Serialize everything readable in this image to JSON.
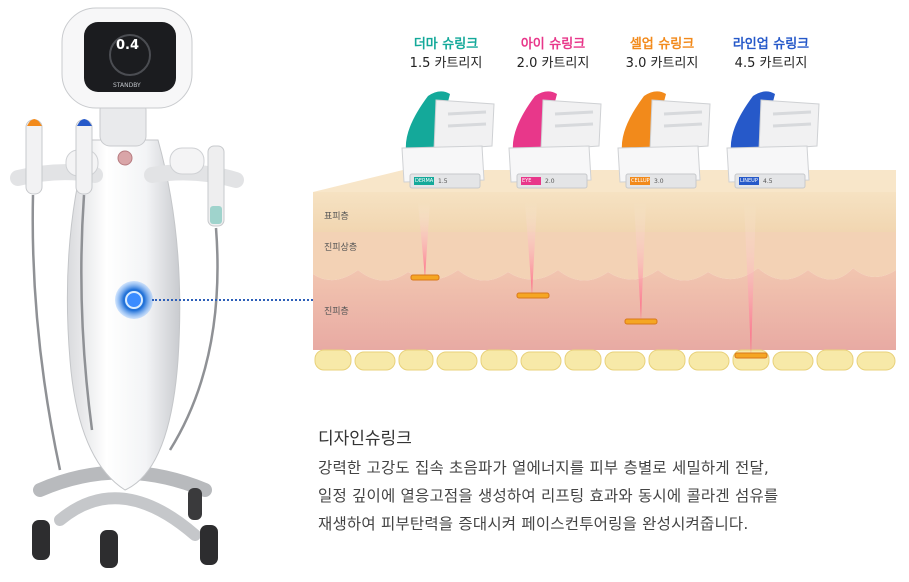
{
  "device": {
    "screen_value": "0.4",
    "screen_status": "STANDBY"
  },
  "cartridges": [
    {
      "title": "더마 슈링크",
      "sub": "1.5 카트리지",
      "color": "#14a99a",
      "tag": "DERMA",
      "depth": "1.5"
    },
    {
      "title": "아이 슈링크",
      "sub": "2.0 카트리지",
      "color": "#e8378a",
      "tag": "EYE",
      "depth": "2.0"
    },
    {
      "title": "셀업 슈링크",
      "sub": "3.0 카트리지",
      "color": "#f28a1b",
      "tag": "CELLUP",
      "depth": "3.0"
    },
    {
      "title": "라인업 슈링크",
      "sub": "4.5 카트리지",
      "color": "#2659c9",
      "tag": "LINEUP",
      "depth": "4.5"
    }
  ],
  "layers": {
    "epidermis": "표피층",
    "upper_dermis": "진피상층",
    "dermis": "진피층"
  },
  "description": {
    "title": "디자인슈링크",
    "lines": [
      "강력한 고강도 집속 초음파가 열에너지를 피부 층별로 세밀하게 전달,",
      "일정 깊이에 열응고점을 생성하여 리프팅 효과와 동시에 콜라겐 섬유를",
      "재생하여 피부탄력을 증대시켜 페이스컨투어링을 완성시켜줍니다."
    ]
  }
}
